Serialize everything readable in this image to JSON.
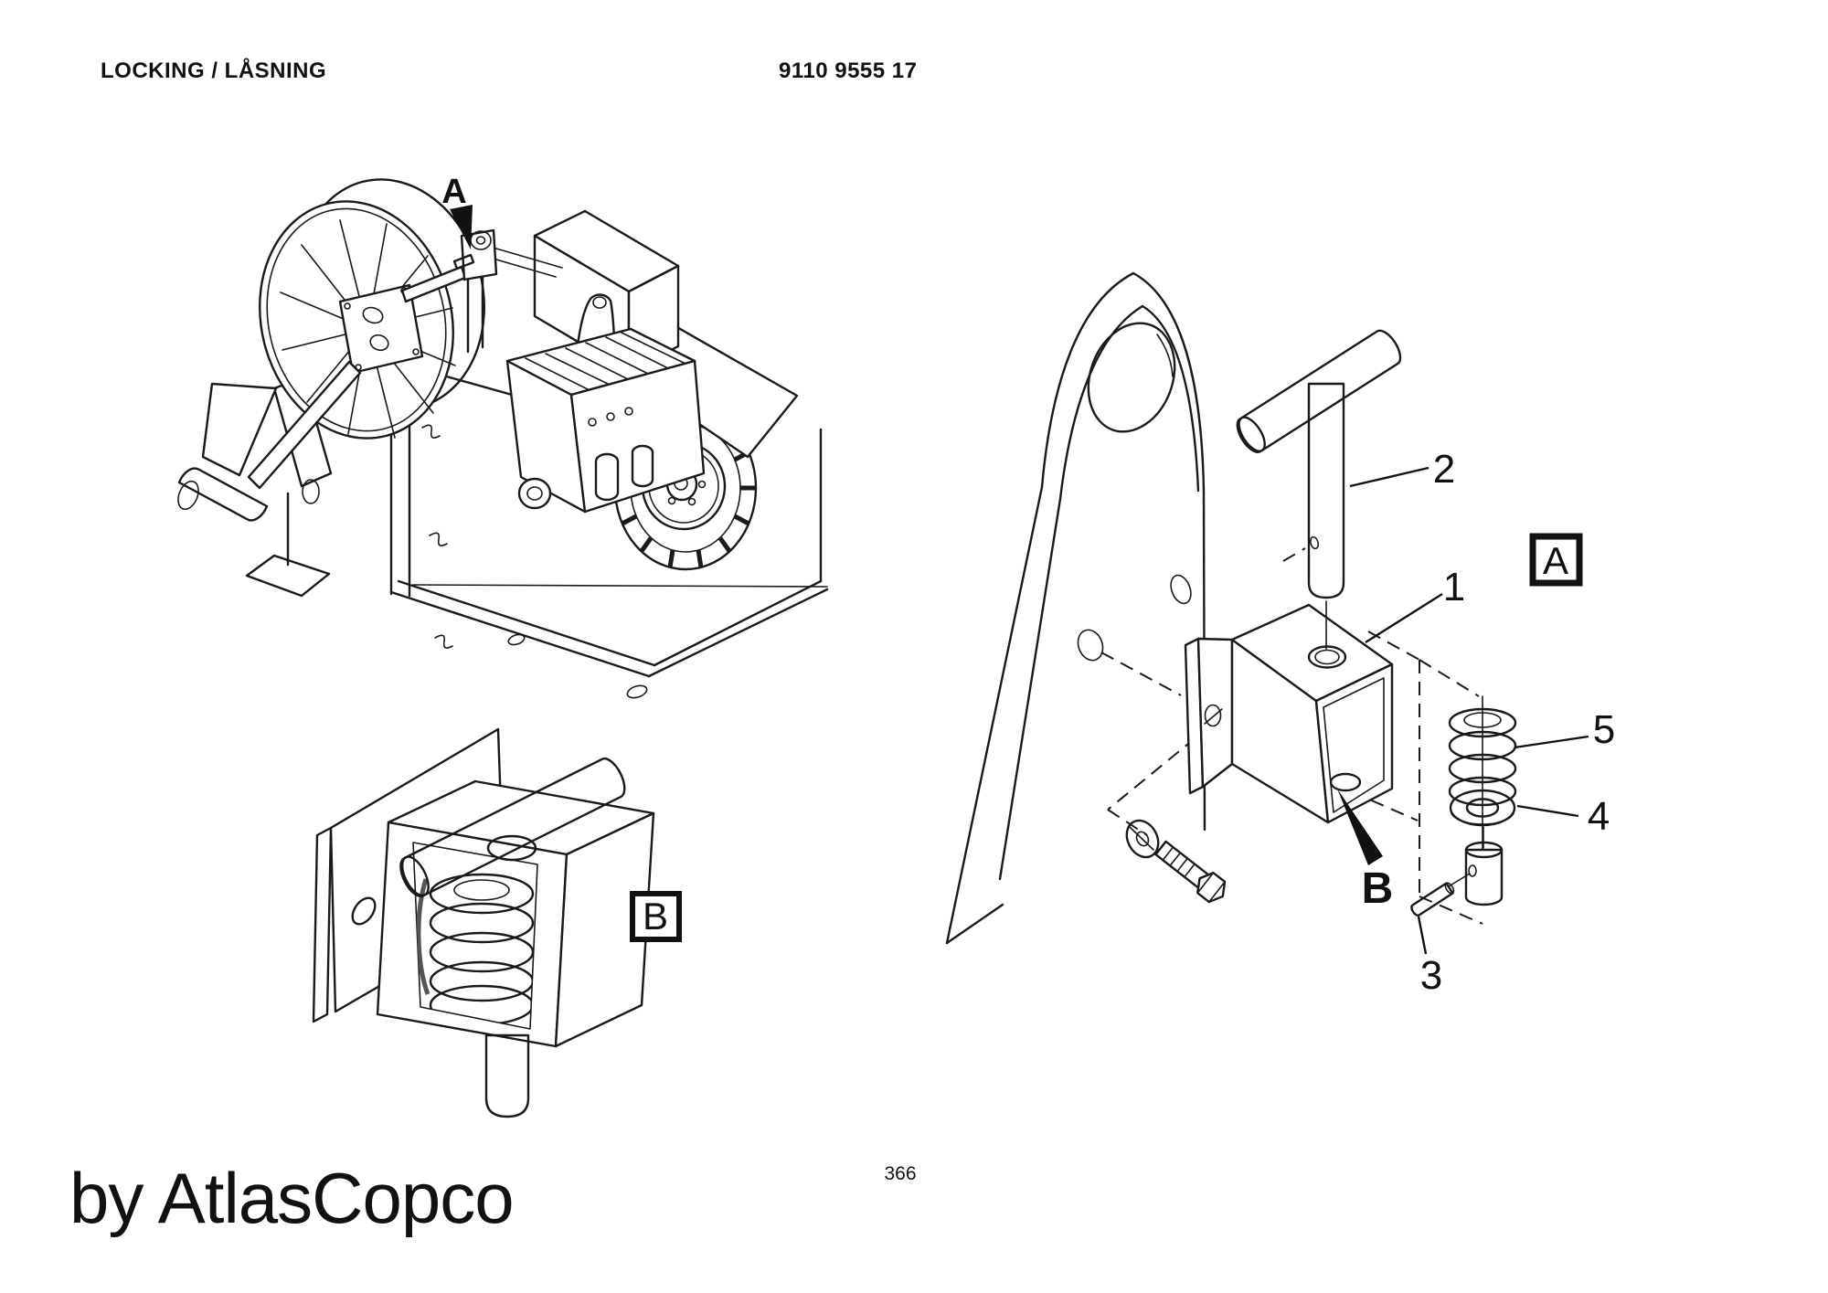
{
  "header": {
    "title": "LOCKING / LÅSNING",
    "document_number": "9110 9555 17"
  },
  "footer": {
    "brand": "by AtlasCopco",
    "page_number": "366"
  },
  "overview": {
    "callout": "A"
  },
  "detail": {
    "view_label": "B"
  },
  "exploded": {
    "view_label": "A",
    "arrow_label": "B",
    "parts": {
      "p1": "1",
      "p2": "2",
      "p3": "3",
      "p4": "4",
      "p5": "5"
    }
  },
  "colors": {
    "line": "#1a1a1a",
    "handle_gray": "#a9a9a9",
    "handle_end_gray": "#8f8f8f",
    "spring_gray": "#c8c8c8",
    "metal_gray": "#b5b5b5",
    "collar_gray": "#9a9a9a"
  }
}
